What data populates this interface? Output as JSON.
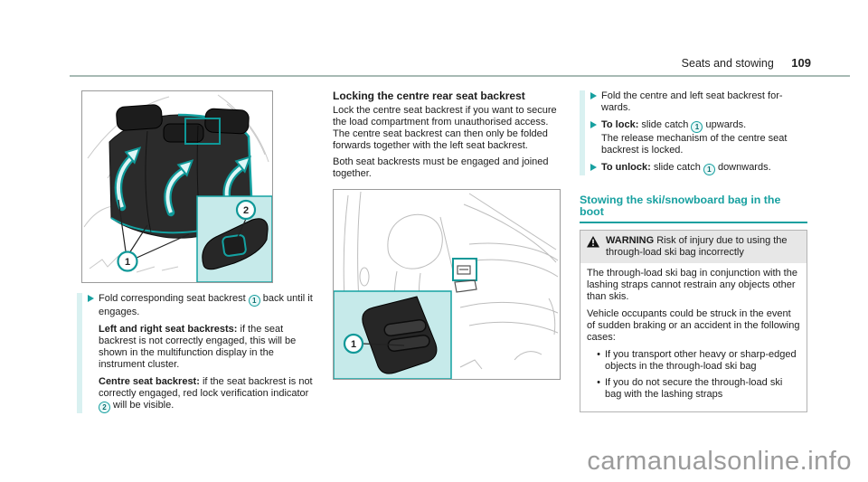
{
  "colors": {
    "accent": "#17a0a0",
    "accent_light": "#d9f1f1",
    "inset": "#c6eaea",
    "rule": "#a7bab4",
    "warn_bg": "#e7e7e7",
    "watermark": "#9b9b9b"
  },
  "header": {
    "section": "Seats and stowing",
    "page": "109"
  },
  "icons": {
    "dot": "•"
  },
  "left_column": {
    "figure": {
      "callouts": [
        "1",
        "2"
      ]
    },
    "bullet": [
      {
        "t": "Fold corresponding seat backrest "
      },
      {
        "c": "1"
      },
      {
        "t": " back until it engages."
      }
    ],
    "para2": [
      {
        "t": "Left and right seat backrests:",
        "b": true
      },
      {
        "t": " if the seat backrest is not correctly engaged, this will be shown in the multifunction display in the instrument cluster."
      }
    ],
    "para3": [
      {
        "t": "Centre seat backrest:",
        "b": true
      },
      {
        "t": " if the seat backrest is not correctly engaged, red lock verification indicator "
      },
      {
        "c": "2"
      },
      {
        "t": " will be visible."
      }
    ]
  },
  "middle_column": {
    "heading": "Locking the centre rear seat backrest",
    "para1": "Lock the centre seat backrest if you want to secure the load compartment from unauthorised access. The centre seat backrest can then only be folded forwards together with the left seat backrest.",
    "para2": "Both seat backrests must be engaged and joined together.",
    "figure": {
      "callouts": [
        "1"
      ]
    }
  },
  "right_column": {
    "bullet1": [
      {
        "t": "Fold the centre and left seat backrest for-"
      },
      {
        "br": true
      },
      {
        "t": "wards."
      }
    ],
    "bullet2": [
      {
        "t": "To lock:",
        "b": true
      },
      {
        "t": " slide catch "
      },
      {
        "c": "1"
      },
      {
        "t": " upwards."
      },
      {
        "br": true
      },
      {
        "t": "The release mechanism of the centre seat backrest is locked."
      }
    ],
    "bullet3": [
      {
        "t": "To unlock:",
        "b": true
      },
      {
        "t": " slide catch "
      },
      {
        "c": "1"
      },
      {
        "t": " downwards."
      }
    ],
    "section_heading": "Stowing the ski/snowboard bag in the boot",
    "warning": {
      "title": [
        {
          "t": "WARNING",
          "b": true
        },
        {
          "t": " Risk of injury due to using the through-load ski bag incorrectly"
        }
      ],
      "para1": "The through-load ski bag in conjunction with the lashing straps cannot restrain any objects other than skis.",
      "para2": "Vehicle occupants could be struck in the event of sudden braking or an accident in the following cases:",
      "items": [
        "If you transport other heavy or sharp-edged objects in the through-load ski bag",
        "If you do not secure the through-load ski bag with the lashing straps"
      ]
    }
  },
  "watermark": "carmanualsonline.info"
}
